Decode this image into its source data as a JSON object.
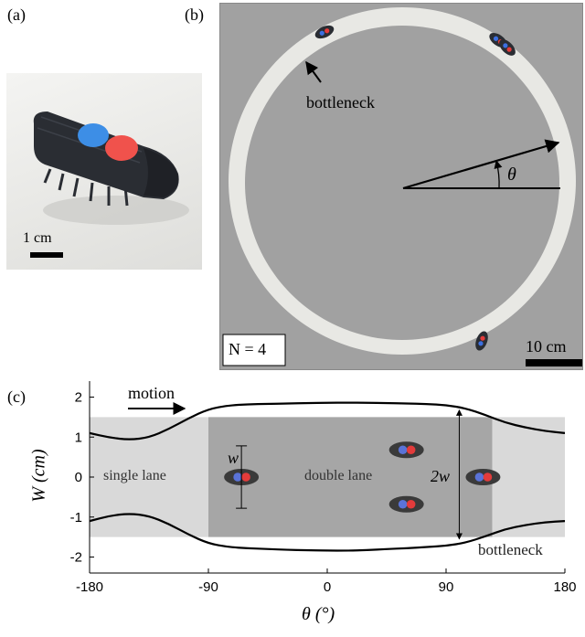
{
  "panels": {
    "a": {
      "label": "(a)",
      "scalebar_label": "1 cm",
      "colors": {
        "body": "#2a2d33",
        "blue_marker": "#3d8ee6",
        "red_marker": "#f0524c"
      }
    },
    "b": {
      "label": "(b)",
      "annotation_bottleneck": "bottleneck",
      "theta_symbol": "θ",
      "count_label": "N = 4",
      "scalebar_label": "10 cm",
      "colors": {
        "background": "#a1a1a1",
        "track": "#e8e8e4"
      }
    },
    "c": {
      "label": "(c)",
      "motion_label": "motion",
      "region_labels": {
        "single_lane": "single lane",
        "double_lane": "double lane",
        "bottleneck": "bottleneck"
      },
      "width_labels": {
        "w": "w",
        "two_w": "2w"
      },
      "colors": {
        "light_region": "#d9d9d9",
        "dark_region": "#a6a6a6",
        "robot_body": "#3a3a3a",
        "blue": "#5a73d8",
        "red": "#e33b3b"
      }
    }
  },
  "chart_data": {
    "type": "line",
    "xlabel": "θ (°)",
    "ylabel": "W (cm)",
    "xlim": [
      -180,
      180
    ],
    "ylim": [
      -2.4,
      2.4
    ],
    "xticks": [
      "-180",
      "-90",
      "0",
      "90",
      "180"
    ],
    "yticks": [
      "2",
      "1",
      "0",
      "-1",
      "-2"
    ],
    "xtick_values": [
      -180,
      -90,
      0,
      90,
      180
    ],
    "ytick_values": [
      2,
      1,
      0,
      -1,
      -2
    ],
    "series": [
      {
        "x": [
          -180,
          -165,
          -150,
          -135,
          -120,
          -105,
          -90,
          -75,
          -60,
          -45,
          -30,
          -15,
          0,
          15,
          30,
          45,
          60,
          75,
          90,
          105,
          120,
          135,
          150,
          165,
          180
        ],
        "y": [
          1.1,
          0.99,
          0.93,
          0.99,
          1.2,
          1.47,
          1.7,
          1.79,
          1.82,
          1.83,
          1.84,
          1.85,
          1.86,
          1.86,
          1.86,
          1.85,
          1.84,
          1.83,
          1.8,
          1.72,
          1.55,
          1.36,
          1.24,
          1.15,
          1.1
        ]
      },
      {
        "x": [
          -180,
          -165,
          -150,
          -135,
          -120,
          -105,
          -90,
          -75,
          -60,
          -45,
          -30,
          -15,
          0,
          15,
          30,
          45,
          60,
          75,
          90,
          105,
          120,
          135,
          150,
          165,
          180
        ],
        "y": [
          -1.1,
          -0.97,
          -0.91,
          -0.97,
          -1.17,
          -1.44,
          -1.66,
          -1.75,
          -1.78,
          -1.8,
          -1.82,
          -1.83,
          -1.84,
          -1.84,
          -1.83,
          -1.8,
          -1.78,
          -1.75,
          -1.72,
          -1.64,
          -1.48,
          -1.3,
          -1.2,
          -1.13,
          -1.1
        ]
      }
    ],
    "regions": [
      {
        "name": "single lane",
        "x": [
          -180,
          -90
        ],
        "y": [
          -1.5,
          1.5
        ]
      },
      {
        "name": "double lane",
        "x": [
          -90,
          125
        ],
        "y": [
          -1.5,
          1.5
        ]
      },
      {
        "name": "bottleneck",
        "x": [
          125,
          180
        ],
        "y": [
          -1.5,
          1.5
        ]
      }
    ],
    "robots": [
      {
        "x": -65,
        "y": 0
      },
      {
        "x": 60,
        "y": 0.68
      },
      {
        "x": 60,
        "y": -0.68
      },
      {
        "x": 118,
        "y": 0
      }
    ],
    "grid": false
  }
}
